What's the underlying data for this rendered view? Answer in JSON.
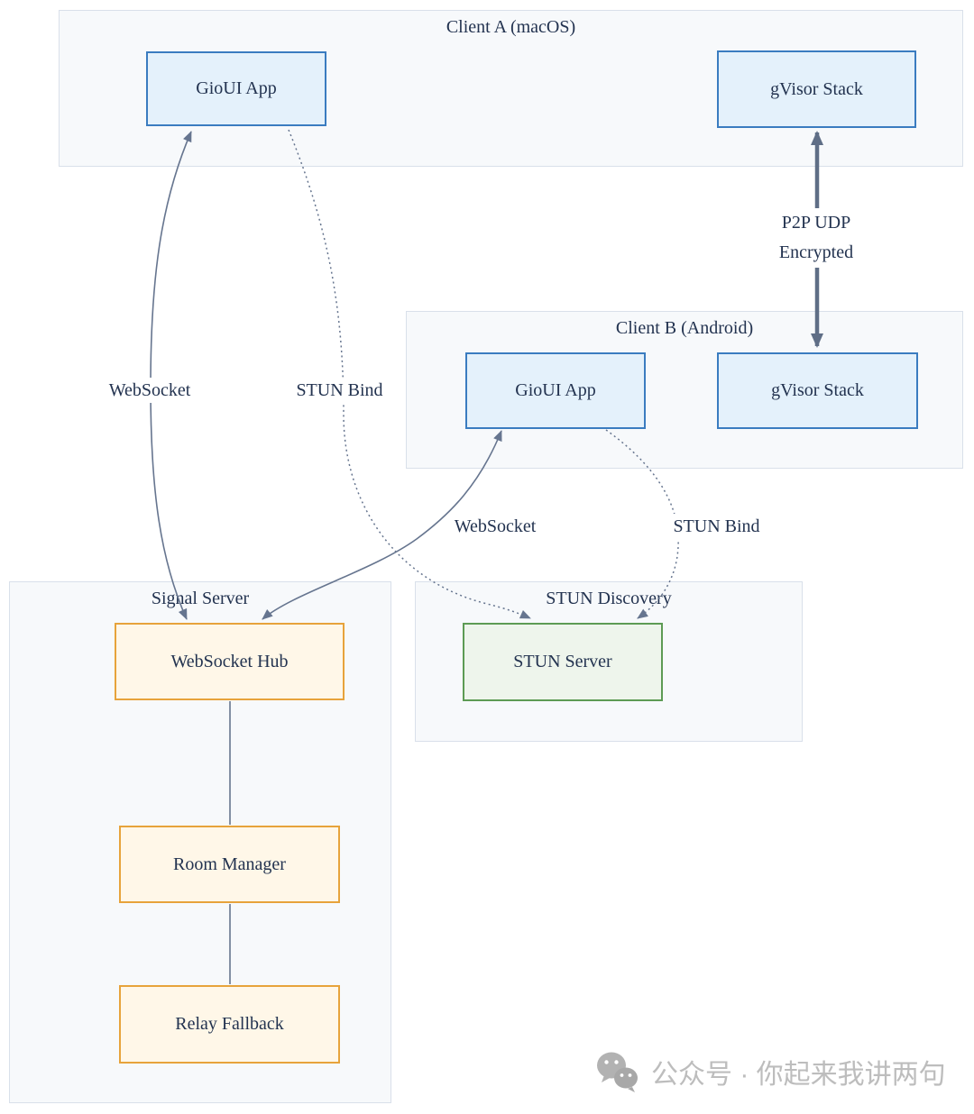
{
  "diagram": {
    "containers": [
      {
        "title": "Client A (macOS)"
      },
      {
        "title": "Client B (Android)"
      },
      {
        "title": "Signal Server"
      },
      {
        "title": "STUN Discovery"
      }
    ],
    "nodes": [
      {
        "label": "GioUI App",
        "group": "Client A (macOS)"
      },
      {
        "label": "gVisor Stack",
        "group": "Client A (macOS)"
      },
      {
        "label": "GioUI App",
        "group": "Client B (Android)"
      },
      {
        "label": "gVisor Stack",
        "group": "Client B (Android)"
      },
      {
        "label": "WebSocket Hub",
        "group": "Signal Server"
      },
      {
        "label": "Room Manager",
        "group": "Signal Server"
      },
      {
        "label": "Relay Fallback",
        "group": "Signal Server"
      },
      {
        "label": "STUN Server",
        "group": "STUN Discovery"
      }
    ],
    "edges": [
      {
        "from": "GioUI App (Client A)",
        "to": "WebSocket Hub",
        "label": "WebSocket",
        "style": "solid",
        "arrows": "both"
      },
      {
        "from": "GioUI App (Client A)",
        "to": "STUN Server",
        "label": "STUN Bind",
        "style": "dotted",
        "arrows": "end"
      },
      {
        "from": "GioUI App (Client B)",
        "to": "WebSocket Hub",
        "label": "WebSocket",
        "style": "solid",
        "arrows": "both"
      },
      {
        "from": "GioUI App (Client B)",
        "to": "STUN Server",
        "label": "STUN Bind",
        "style": "dotted",
        "arrows": "end"
      },
      {
        "from": "gVisor Stack (Client A)",
        "to": "gVisor Stack (Client B)",
        "label": "P2P UDP Encrypted",
        "label_lines": [
          "P2P UDP",
          "Encrypted"
        ],
        "style": "thick",
        "arrows": "both"
      },
      {
        "from": "WebSocket Hub",
        "to": "Room Manager",
        "label": "",
        "style": "plain",
        "arrows": "none"
      },
      {
        "from": "Room Manager",
        "to": "Relay Fallback",
        "label": "",
        "style": "plain",
        "arrows": "none"
      }
    ]
  },
  "watermark": {
    "icon": "wechat-icon",
    "text": "公众号 · 你起来我讲两句"
  },
  "palette": {
    "client_node_fill": "#e4f1fb",
    "client_node_border": "#3a7cc0",
    "server_node_fill": "#fff7e8",
    "server_node_border": "#e7a33b",
    "stun_node_fill": "#eef5ec",
    "stun_node_border": "#5d9b54",
    "container_fill": "#f7f9fb",
    "container_border": "#d9e0ea",
    "edge_stroke": "#66758f",
    "text": "#233350",
    "watermark_gray": "#bdbdbd"
  }
}
